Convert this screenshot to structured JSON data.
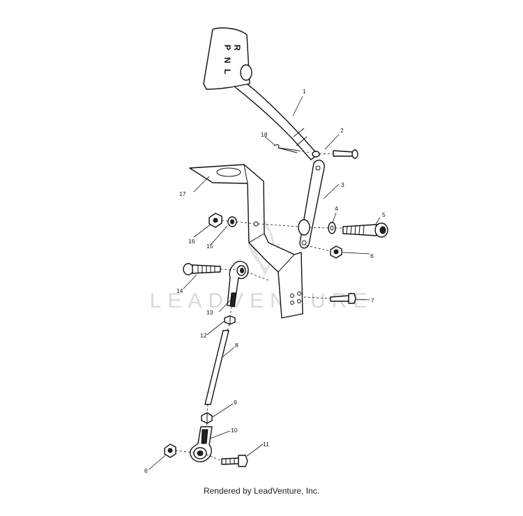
{
  "diagram": {
    "knob_lettering": [
      "P",
      "R",
      "N",
      "L"
    ],
    "callouts": [
      {
        "id": "c1",
        "text": "1"
      },
      {
        "id": "c2",
        "text": "2"
      },
      {
        "id": "c3",
        "text": "3"
      },
      {
        "id": "c4",
        "text": "4"
      },
      {
        "id": "c5",
        "text": "5"
      },
      {
        "id": "c6a",
        "text": "6"
      },
      {
        "id": "c6b",
        "text": "6"
      },
      {
        "id": "c7",
        "text": "7"
      },
      {
        "id": "c8",
        "text": "8"
      },
      {
        "id": "c9",
        "text": "9"
      },
      {
        "id": "c10",
        "text": "10"
      },
      {
        "id": "c11",
        "text": "11"
      },
      {
        "id": "c12",
        "text": "12"
      },
      {
        "id": "c13",
        "text": "13"
      },
      {
        "id": "c14",
        "text": "14"
      },
      {
        "id": "c15",
        "text": "15"
      },
      {
        "id": "c16",
        "text": "16"
      },
      {
        "id": "c17",
        "text": "17"
      },
      {
        "id": "c18",
        "text": "18"
      }
    ],
    "watermark": "LEADVENTURE"
  },
  "footer": {
    "text": "Rendered by LeadVenture, Inc."
  }
}
